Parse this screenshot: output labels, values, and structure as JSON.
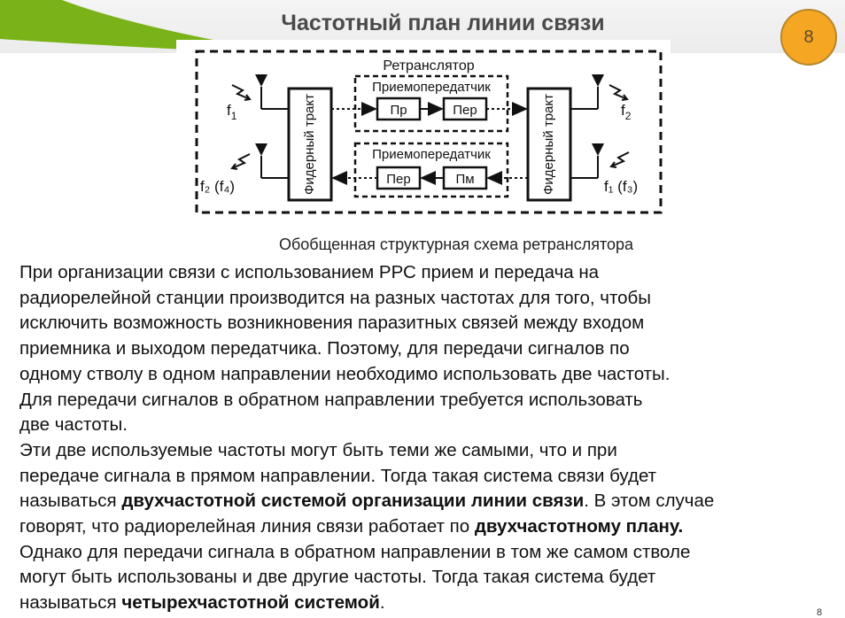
{
  "slide": {
    "title": "Частотный план линии связи",
    "page_badge": "8",
    "footer_number": "8",
    "colors": {
      "accent_badge": "#f5a623",
      "accent_green": "#7ab317"
    }
  },
  "diagram": {
    "repeater_label": "Ретранслятор",
    "transceiver_top_label": "Приемопередатчик",
    "transceiver_bottom_label": "Приемопередатчик",
    "feeder_label": "Фидерный тракт",
    "block_rx": "Пр",
    "block_tx_top": "Пер",
    "block_tx_bottom": "Пер",
    "block_pm": "Пм",
    "freq_left_top": "f",
    "freq_left_top_sub": "1",
    "freq_left_bottom": "f₂ (f₄)",
    "freq_right_top": "f",
    "freq_right_top_sub": "2",
    "freq_right_bottom": "f₁ (f₃)",
    "caption": "Обобщенная структурная схема ретранслятора"
  },
  "body": {
    "p1": "При организации связи с использованием РРС прием и передача на\nрадиорелейной станции производится на разных частотах для того, чтобы\nисключить возможность возникновения паразитных связей между входом\nприемника и выходом передатчика. Поэтому, для передачи сигналов по\nодному стволу в одном направлении необходимо использовать две частоты.\nДля передачи сигналов в обратном направлении требуется использовать\nдве частоты.",
    "p2_line1": "Эти две используемые частоты могут быть теми же самыми, что и при",
    "p2_line2": "передаче сигнала в прямом направлении. Тогда такая система связи будет",
    "p2_line3a": "называться ",
    "p2_bold1": "двухчастотной системой организации линии связи",
    "p2_line3b": ". В этом случае",
    "p2_line4a": "говорят, что радиорелейная линия связи работает по ",
    "p2_bold2": "двухчастотному плану.",
    "p2_line5": "Однако для передачи сигнала в обратном направлении в том же самом стволе",
    "p2_line6": "могут быть использованы и две другие частоты. Тогда такая система будет",
    "p2_line7a": "называться ",
    "p2_bold3": "четырехчастотной системой",
    "p2_line7b": "."
  }
}
